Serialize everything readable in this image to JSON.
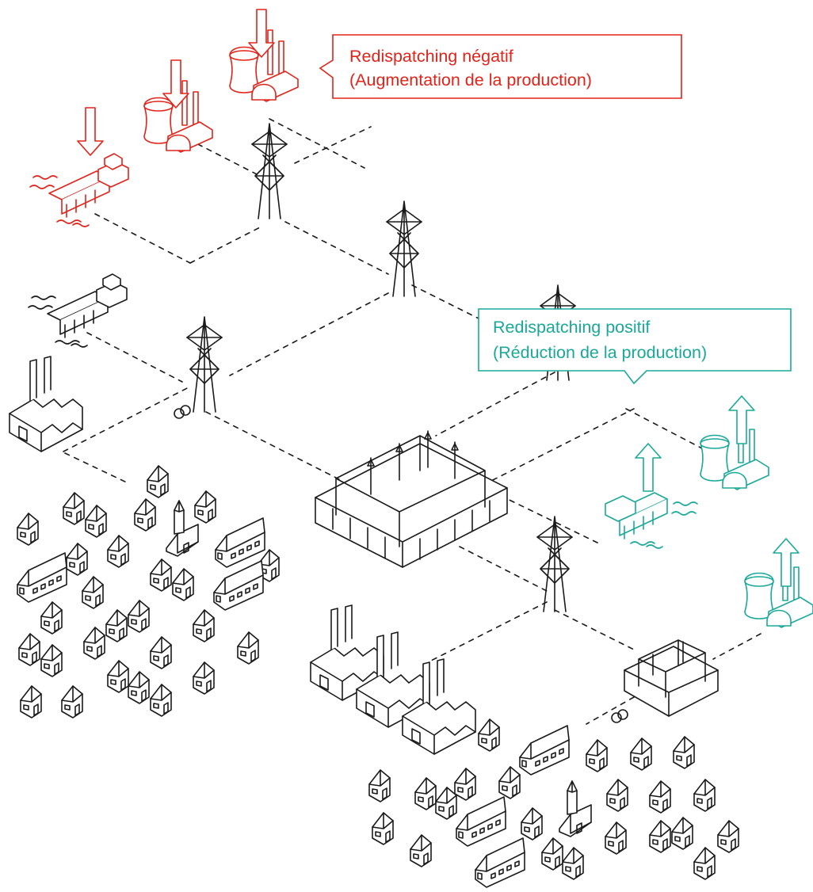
{
  "callouts": {
    "negative": {
      "line1": "Redispatching négatif",
      "line2": "(Augmentation de la production)",
      "color": "#e2231a"
    },
    "positive": {
      "line1": "Redispatching positif",
      "line2": "(Réduction de la production)",
      "color": "#1aa89a"
    }
  },
  "colors": {
    "ink": "#1a1a1a",
    "increase": "#e2231a",
    "reduce": "#1aa89a",
    "background": "#ffffff"
  },
  "icons": [
    "power-plant-icon",
    "solar-thermal-plant-icon",
    "transmission-tower-icon",
    "substation-icon",
    "transformer-icon",
    "factory-icon",
    "house-icon",
    "church-icon",
    "arrow-down-icon",
    "arrow-up-icon"
  ]
}
